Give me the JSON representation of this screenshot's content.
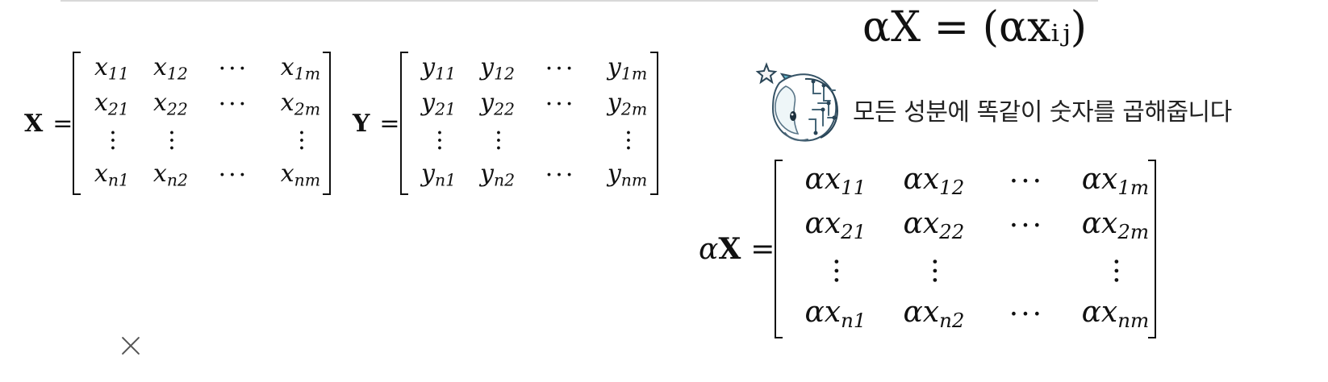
{
  "formulas": {
    "scalar_rule": "αX = (αxᵢⱼ)",
    "caption": "모든 성분에 똑같이 숫자를 곱해줍니다",
    "x": {
      "symbol": "X",
      "equals": "=",
      "cells": [
        {
          "base": "x",
          "sub": "11"
        },
        {
          "base": "x",
          "sub": "12"
        },
        {
          "base": "",
          "sub": "",
          "text": "···"
        },
        {
          "base": "x",
          "sub": "1m"
        },
        {
          "base": "x",
          "sub": "21"
        },
        {
          "base": "x",
          "sub": "22"
        },
        {
          "base": "",
          "sub": "",
          "text": "···"
        },
        {
          "base": "x",
          "sub": "2m"
        },
        {
          "base": "",
          "sub": "",
          "text": "···",
          "vertical": true
        },
        {
          "base": "",
          "sub": "",
          "text": "···",
          "vertical": true
        },
        {
          "base": "",
          "sub": "",
          "text": ""
        },
        {
          "base": "",
          "sub": "",
          "text": "···",
          "vertical": true
        },
        {
          "base": "x",
          "sub": "n1"
        },
        {
          "base": "x",
          "sub": "n2"
        },
        {
          "base": "",
          "sub": "",
          "text": "···"
        },
        {
          "base": "x",
          "sub": "nm"
        }
      ]
    },
    "y": {
      "symbol": "Y",
      "equals": "=",
      "cells": [
        {
          "base": "y",
          "sub": "11"
        },
        {
          "base": "y",
          "sub": "12"
        },
        {
          "base": "",
          "sub": "",
          "text": "···"
        },
        {
          "base": "y",
          "sub": "1m"
        },
        {
          "base": "y",
          "sub": "21"
        },
        {
          "base": "y",
          "sub": "22"
        },
        {
          "base": "",
          "sub": "",
          "text": "···"
        },
        {
          "base": "y",
          "sub": "2m"
        },
        {
          "base": "",
          "sub": "",
          "text": "···",
          "vertical": true
        },
        {
          "base": "",
          "sub": "",
          "text": "···",
          "vertical": true
        },
        {
          "base": "",
          "sub": "",
          "text": ""
        },
        {
          "base": "",
          "sub": "",
          "text": "···",
          "vertical": true
        },
        {
          "base": "y",
          "sub": "n1"
        },
        {
          "base": "y",
          "sub": "n2"
        },
        {
          "base": "",
          "sub": "",
          "text": "···"
        },
        {
          "base": "y",
          "sub": "nm"
        }
      ]
    },
    "alpha_x": {
      "alpha": "α",
      "symbol": "X",
      "equals": "=",
      "cells": [
        {
          "base": "αx",
          "sub": "11"
        },
        {
          "base": "αx",
          "sub": "12"
        },
        {
          "base": "",
          "sub": "",
          "text": "···"
        },
        {
          "base": "αx",
          "sub": "1m"
        },
        {
          "base": "αx",
          "sub": "21"
        },
        {
          "base": "αx",
          "sub": "22"
        },
        {
          "base": "",
          "sub": "",
          "text": "···"
        },
        {
          "base": "αx",
          "sub": "2m"
        },
        {
          "base": "",
          "sub": "",
          "text": "···",
          "vertical": true
        },
        {
          "base": "",
          "sub": "",
          "text": "···",
          "vertical": true
        },
        {
          "base": "",
          "sub": "",
          "text": ""
        },
        {
          "base": "",
          "sub": "",
          "text": "···",
          "vertical": true
        },
        {
          "base": "αx",
          "sub": "n1"
        },
        {
          "base": "αx",
          "sub": "n2"
        },
        {
          "base": "",
          "sub": "",
          "text": "···"
        },
        {
          "base": "αx",
          "sub": "nm"
        }
      ]
    }
  },
  "icons": {
    "mascot": "unicorn-mascot-icon",
    "close": "close-icon"
  },
  "colors": {
    "text": "#111111",
    "rule": "#d8d8d8",
    "close": "#555555",
    "mascot_blue": "#58b8d0",
    "mascot_navy": "#1f3344"
  }
}
